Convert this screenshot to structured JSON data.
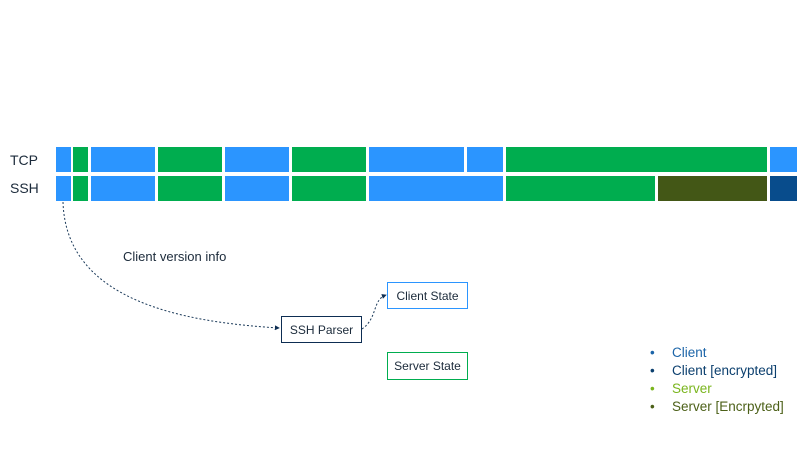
{
  "rows": [
    {
      "label": "TCP",
      "segments": [
        "client",
        "server",
        "client",
        "server",
        "client",
        "server",
        "client",
        "client",
        "server",
        "client"
      ]
    },
    {
      "label": "SSH",
      "segments": [
        "client",
        "server",
        "client",
        "server",
        "client",
        "server",
        "client",
        "server",
        "server_encrypted",
        "client_encrypted"
      ]
    }
  ],
  "flow": {
    "edge_label": "Client version info",
    "parser": "SSH Parser",
    "client_state": "Client State",
    "server_state": "Server State"
  },
  "legend": {
    "items": [
      {
        "key": "client",
        "label": "Client"
      },
      {
        "key": "client_encrypted",
        "label": "Client [encrypted]"
      },
      {
        "key": "server",
        "label": "Server"
      },
      {
        "key": "server_encrypted",
        "label": "Server [Encrpyted]"
      }
    ]
  },
  "colors": {
    "client": "#2b95ff",
    "client_encrypted": "#084c8c",
    "server": "#00ad4f",
    "server_encrypted": "#435716",
    "legend_client": "#1b64a8",
    "legend_client_encrypted": "#0b3f6e",
    "legend_server": "#7ab51d",
    "legend_server_encrypted": "#4c6018",
    "parser_border": "#0d2d52",
    "client_state_border": "#2b95ff",
    "server_state_border": "#00ad4f"
  }
}
